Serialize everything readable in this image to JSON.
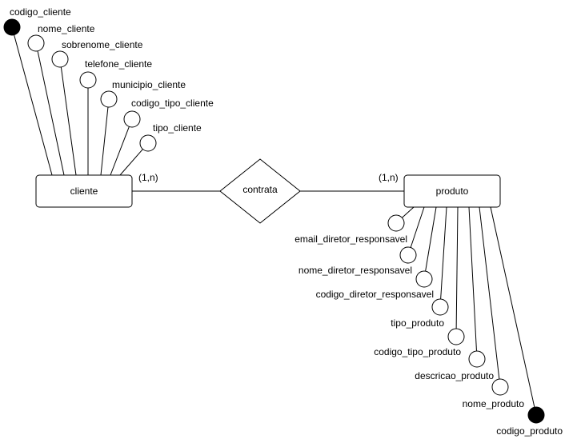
{
  "entities": {
    "cliente": {
      "label": "cliente"
    },
    "produto": {
      "label": "produto"
    }
  },
  "relationship": {
    "label": "contrata"
  },
  "cardinalities": {
    "left": "(1,n)",
    "right": "(1,n)"
  },
  "cliente_attributes": [
    {
      "label": "codigo_cliente",
      "key": true
    },
    {
      "label": "nome_cliente",
      "key": false
    },
    {
      "label": "sobrenome_cliente",
      "key": false
    },
    {
      "label": "telefone_cliente",
      "key": false
    },
    {
      "label": "municipio_cliente",
      "key": false
    },
    {
      "label": "codigo_tipo_cliente",
      "key": false
    },
    {
      "label": "tipo_cliente",
      "key": false
    }
  ],
  "produto_attributes": [
    {
      "label": "email_diretor_responsavel",
      "key": false
    },
    {
      "label": "nome_diretor_responsavel",
      "key": false
    },
    {
      "label": "codigo_diretor_responsavel",
      "key": false
    },
    {
      "label": "tipo_produto",
      "key": false
    },
    {
      "label": "codigo_tipo_produto",
      "key": false
    },
    {
      "label": "descricao_produto",
      "key": false
    },
    {
      "label": "nome_produto",
      "key": false
    },
    {
      "label": "codigo_produto",
      "key": true
    }
  ]
}
